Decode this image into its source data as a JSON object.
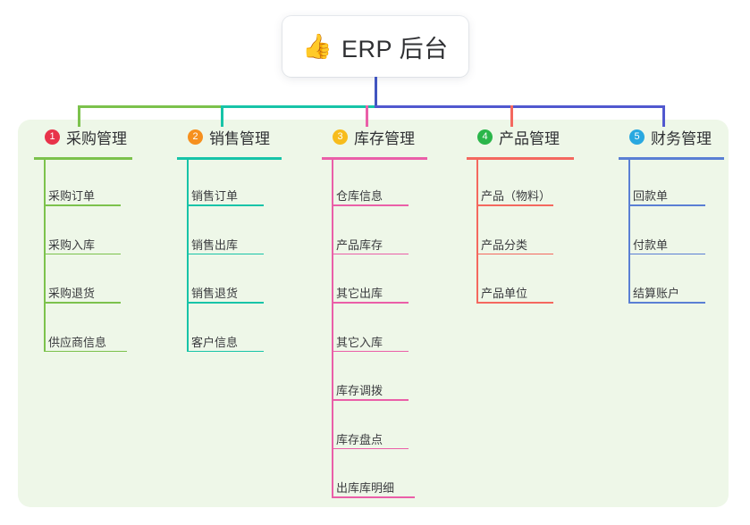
{
  "root": {
    "emoji": "👍",
    "emoji_name": "thumbs-up-emoji",
    "title": "ERP 后台"
  },
  "colors": {
    "panel_background": "#eef7e8",
    "page_background": "#ffffff",
    "title_text": "#2f3033",
    "trunk_blue": "#4155c0",
    "bus_green": "#7cc24c",
    "bus_teal": "#17c4a8",
    "bus_blue": "#5158cf"
  },
  "columns": [
    {
      "index": "1",
      "title": "采购管理",
      "badge_color": "#e8334a",
      "line_color": "#7cc24c",
      "items": [
        "采购订单",
        "采购入库",
        "采购退货",
        "供应商信息"
      ]
    },
    {
      "index": "2",
      "title": "销售管理",
      "badge_color": "#f6901e",
      "line_color": "#17c4a8",
      "items": [
        "销售订单",
        "销售出库",
        "销售退货",
        "客户信息"
      ]
    },
    {
      "index": "3",
      "title": "库存管理",
      "badge_color": "#f7bc1c",
      "line_color": "#ea5fa8",
      "items": [
        "仓库信息",
        "产品库存",
        "其它出库",
        "其它入库",
        "库存调拨",
        "库存盘点",
        "出库库明细"
      ]
    },
    {
      "index": "4",
      "title": "产品管理",
      "badge_color": "#2bb64a",
      "line_color": "#f4685f",
      "items": [
        "产品（物料）",
        "产品分类",
        "产品单位"
      ]
    },
    {
      "index": "5",
      "title": "财务管理",
      "badge_color": "#29a8e0",
      "line_color": "#5a7fd4",
      "items": [
        "回款单",
        "付款单",
        "结算账户"
      ]
    }
  ]
}
